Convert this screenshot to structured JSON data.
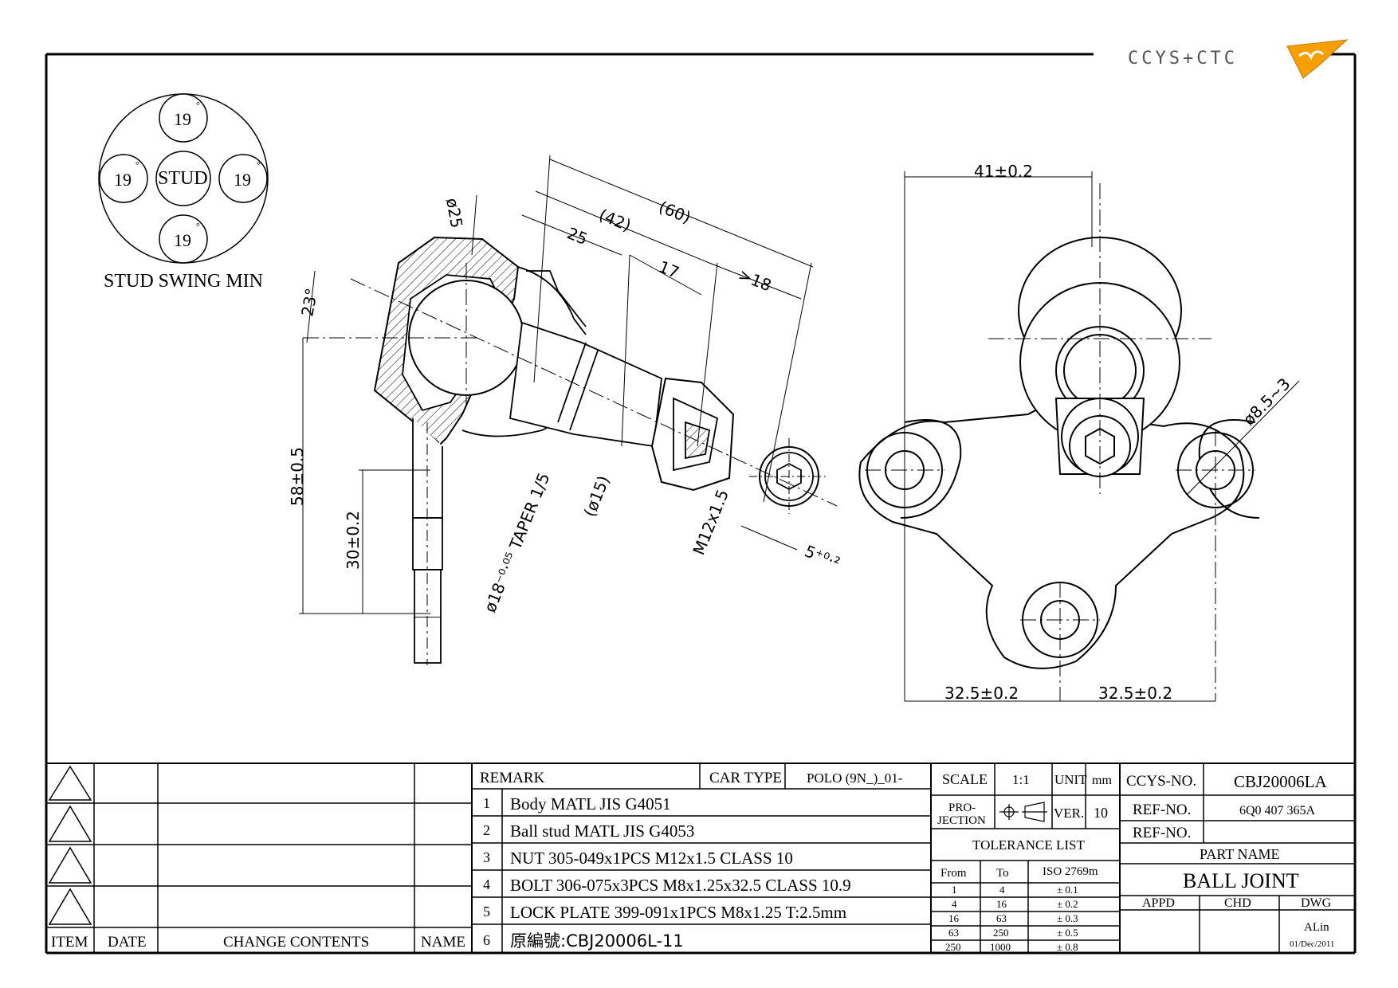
{
  "logo": {
    "text": "CCYS+CTC"
  },
  "stud_swing": {
    "center": "STUD",
    "top": "19",
    "left": "19",
    "right": "19",
    "bottom": "19",
    "degree_mark": "°",
    "caption": "STUD SWING MIN"
  },
  "dimensions": {
    "d25": "ø25",
    "d60": "(60)",
    "d42": "(42)",
    "d25_len": "25",
    "d17": "17",
    "d18": ">18",
    "angle23": "23°",
    "h58": "58±0.5",
    "h30": "30±0.2",
    "taper": "ø18⁻⁰·⁰⁵ TAPER 1/5",
    "d15": "(ø15)",
    "m12": "M12x1.5",
    "five": "5⁺⁰·²",
    "w41": "41±0.2",
    "hole": "ø8.5~3",
    "w32_left": "32.5±0.2",
    "w32_right": "32.5±0.2"
  },
  "revision_table": {
    "headers": {
      "item": "ITEM",
      "date": "DATE",
      "change": "CHANGE CONTENTS",
      "name": "NAME"
    }
  },
  "remark": {
    "title": "REMARK",
    "car_type_label": "CAR TYPE",
    "car_type_value": "POLO (9N_)_01-",
    "items": [
      {
        "no": "1",
        "text": "Body MATL JIS G4051"
      },
      {
        "no": "2",
        "text": "Ball stud MATL JIS G4053"
      },
      {
        "no": "3",
        "text": "NUT 305-049x1PCS M12x1.5 CLASS 10"
      },
      {
        "no": "4",
        "text": "BOLT 306-075x3PCS M8x1.25x32.5 CLASS 10.9"
      },
      {
        "no": "5",
        "text": "LOCK PLATE 399-091x1PCS M8x1.25 T:2.5mm"
      },
      {
        "no": "6",
        "text": "原編號:CBJ20006L-11"
      }
    ]
  },
  "info": {
    "scale_label": "SCALE",
    "scale_value": "1:1",
    "unit_label": "UNIT",
    "unit_value": "mm",
    "projection_label_1": "PRO-",
    "projection_label_2": "JECTION",
    "ver_label": "VER.",
    "ver_value": "10",
    "tolerance_title": "TOLERANCE LIST",
    "tol_headers": {
      "from": "From",
      "to": "To",
      "iso": "ISO 2769m"
    },
    "tolerances": [
      {
        "from": "1",
        "to": "4",
        "tol": "± 0.1"
      },
      {
        "from": "4",
        "to": "16",
        "tol": "± 0.2"
      },
      {
        "from": "16",
        "to": "63",
        "tol": "± 0.3"
      },
      {
        "from": "63",
        "to": "250",
        "tol": "± 0.5"
      },
      {
        "from": "250",
        "to": "1000",
        "tol": "± 0.8"
      }
    ]
  },
  "title_block": {
    "ccys_label": "CCYS-NO.",
    "ccys_value": "CBJ20006LA",
    "ref1_label": "REF-NO.",
    "ref1_value": "6Q0 407 365A",
    "ref2_label": "REF-NO.",
    "ref2_value": "",
    "part_name_label": "PART NAME",
    "part_name_value": "BALL JOINT",
    "appd": "APPD",
    "chd": "CHD",
    "dwg": "DWG",
    "drawn_by": "ALin",
    "date": "01/Dec/2011"
  }
}
